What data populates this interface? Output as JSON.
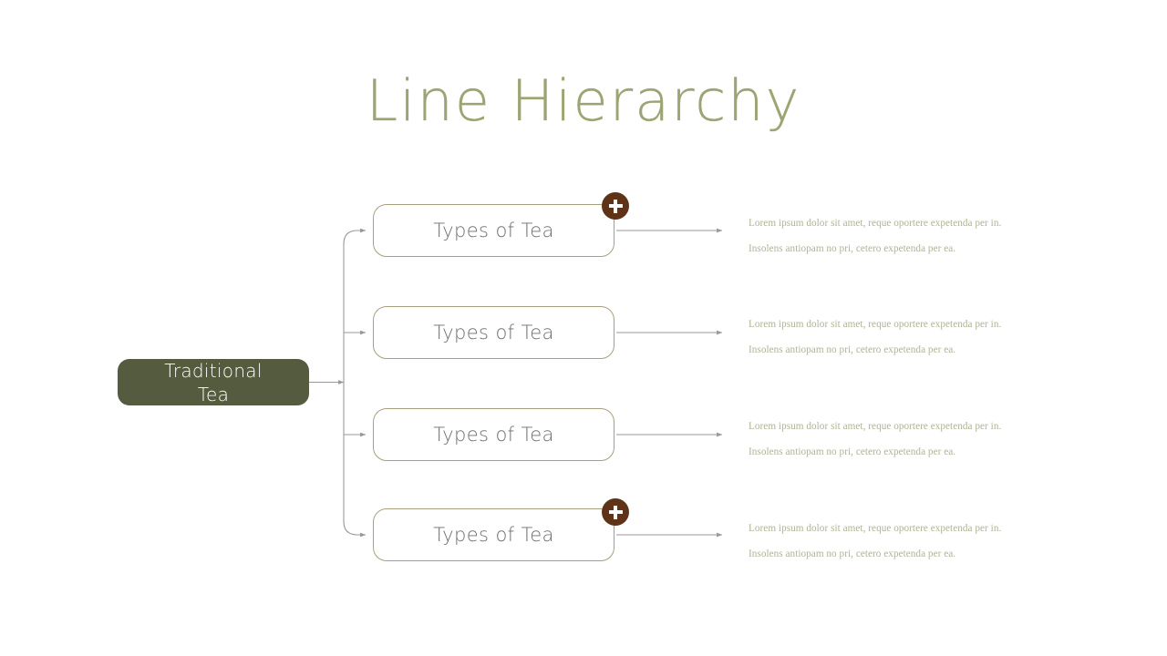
{
  "slide": {
    "title": "Line Hierarchy",
    "background_color": "#ffffff"
  },
  "colors": {
    "title_green": "#9ba473",
    "root_box_green": "#555b3e",
    "node_border_tan": "#a89f7e",
    "node_text_gray": "#6e6e6e",
    "badge_brown": "#5f3318",
    "body_text_sage": "#adb495",
    "connector_gray": "#9a9a9a"
  },
  "root": {
    "label": "Traditional\nTea",
    "icon": "none"
  },
  "branches": [
    {
      "node_label": "Types of Tea",
      "has_plus_badge": true,
      "badge_icon": "plus-icon",
      "description": {
        "line1": "Lorem ipsum dolor sit amet, reque oportere expetenda per in.",
        "line2": "Insolens antiopam no pri, cetero expetenda per ea."
      }
    },
    {
      "node_label": "Types of Tea",
      "has_plus_badge": false,
      "badge_icon": "",
      "description": {
        "line1": "Lorem ipsum dolor sit amet, reque oportere expetenda per in.",
        "line2": "Insolens antiopam no pri, cetero expetenda per ea."
      }
    },
    {
      "node_label": "Types of Tea",
      "has_plus_badge": false,
      "badge_icon": "",
      "description": {
        "line1": "Lorem ipsum dolor sit amet, reque oportere expetenda per in.",
        "line2": "Insolens antiopam no pri, cetero expetenda per ea."
      }
    },
    {
      "node_label": "Types of Tea",
      "has_plus_badge": true,
      "badge_icon": "plus-icon",
      "description": {
        "line1": "Lorem ipsum dolor sit amet, reque oportere expetenda per in.",
        "line2": "Insolens antiopam no pri, cetero expetenda per ea."
      }
    }
  ]
}
